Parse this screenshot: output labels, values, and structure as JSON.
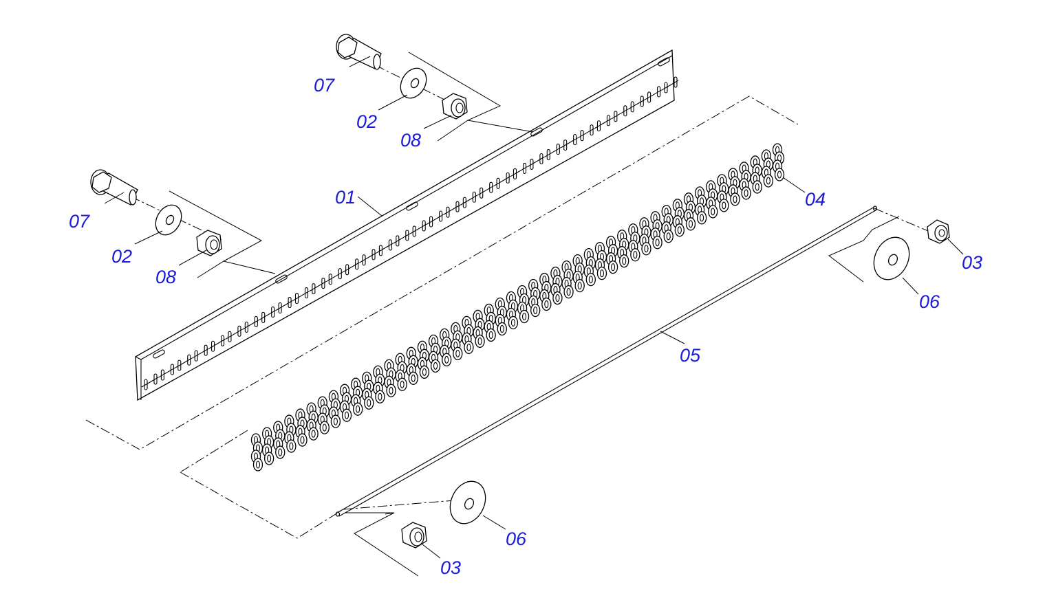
{
  "colors": {
    "callout": "#1a1adb",
    "line": "#000000",
    "background": "#ffffff"
  },
  "callouts": {
    "c01": "01",
    "c02a": "02",
    "c02b": "02",
    "c03a": "03",
    "c03b": "03",
    "c04": "04",
    "c05": "05",
    "c06a": "06",
    "c06b": "06",
    "c07a": "07",
    "c07b": "07",
    "c08a": "08",
    "c08b": "08"
  }
}
